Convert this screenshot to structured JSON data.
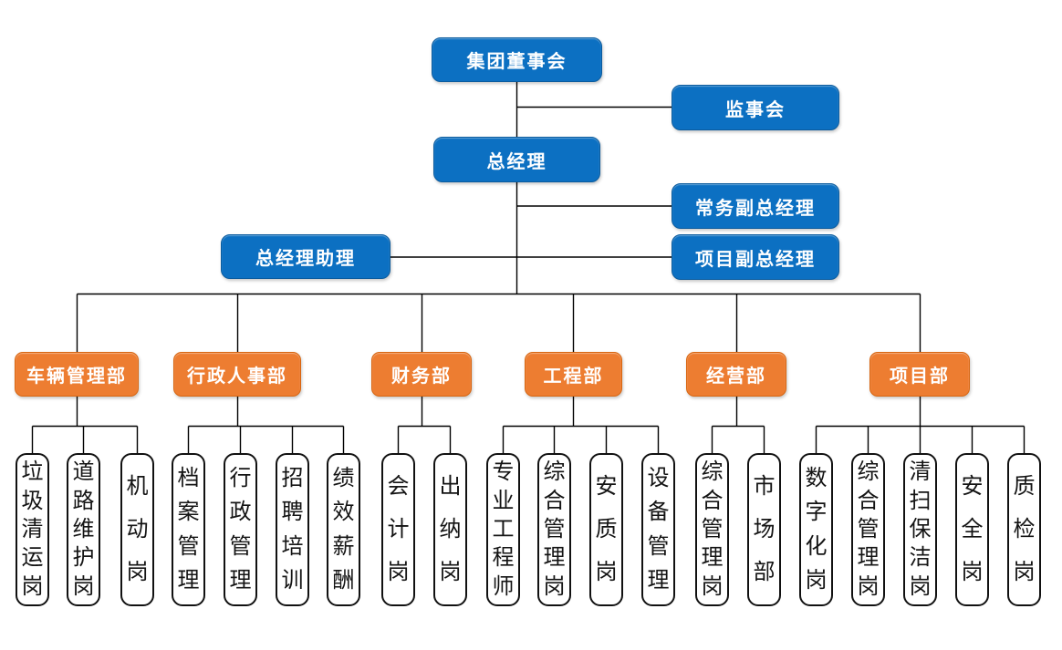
{
  "diagram": {
    "type": "org-chart",
    "colors": {
      "executive_box_fill": "#0C70C2",
      "department_box_fill": "#ED7D31",
      "post_box_fill": "#FFFFFF",
      "post_box_border": "#111111",
      "connector_line": "#000000",
      "executive_text": "#FFFFFF",
      "department_text": "#FFFFFF",
      "post_text": "#141414"
    }
  },
  "nodes": {
    "board": "集团董事会",
    "supervisory": "监事会",
    "gm": "总经理",
    "exec_deputy_gm": "常务副总经理",
    "gm_assistant": "总经理助理",
    "project_deputy_gm": "项目副总经理"
  },
  "departments": [
    {
      "label": "车辆管理部",
      "posts": [
        "垃圾清运岗",
        "道路维护岗",
        "机动岗"
      ]
    },
    {
      "label": "行政人事部",
      "posts": [
        "档案管理",
        "行政管理",
        "招聘培训",
        "绩效薪酬"
      ]
    },
    {
      "label": "财务部",
      "posts": [
        "会计岗",
        "出纳岗"
      ]
    },
    {
      "label": "工程部",
      "posts": [
        "专业工程师",
        "综合管理岗",
        "安质岗",
        "设备管理"
      ]
    },
    {
      "label": "经营部",
      "posts": [
        "综合管理岗",
        "市场部"
      ]
    },
    {
      "label": "项目部",
      "posts": [
        "数字化岗",
        "综合管理岗",
        "清扫保洁岗",
        "安全岗",
        "质检岗"
      ]
    }
  ]
}
